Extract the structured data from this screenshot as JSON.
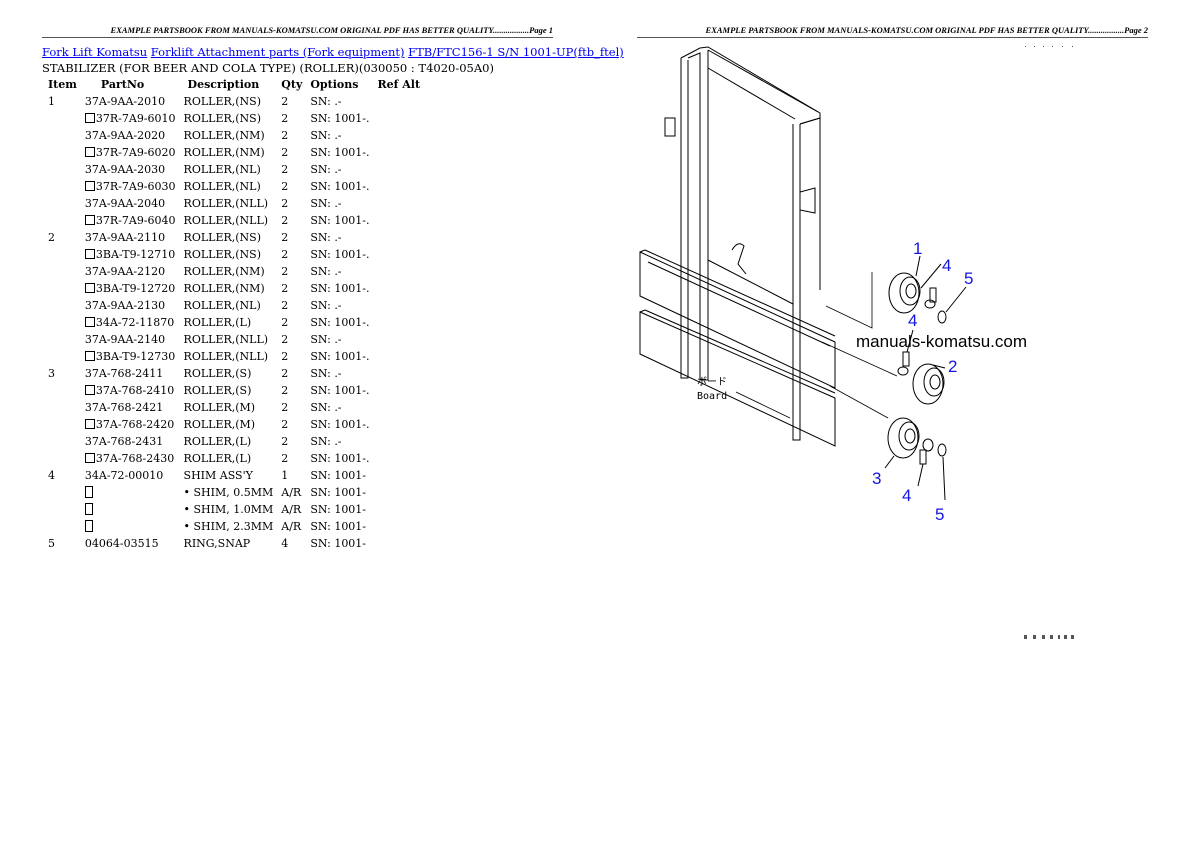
{
  "page1": {
    "header": "EXAMPLE PARTSBOOK FROM MANUALS-KOMATSU.COM ORIGINAL PDF HAS BETTER QUALITY.................Page 1",
    "breadcrumbs": [
      "Fork Lift Komatsu",
      "Forklift Attachment parts (Fork equipment)",
      "FTB/FTC156-1 S/N 1001-UP(ftb_ftel)"
    ],
    "subtitle": "STABILIZER (FOR BEER AND COLA TYPE) (ROLLER)(030050 : T4020-05A0)",
    "columns": [
      "Item",
      "PartNo",
      "Description",
      "Qty",
      "Options",
      "Ref Alt"
    ],
    "rows": [
      {
        "item": "1",
        "box": false,
        "part": "37A-9AA-2010",
        "desc": "ROLLER,(NS)",
        "qty": "2",
        "opt": "SN: .-"
      },
      {
        "item": "",
        "box": true,
        "part": "37R-7A9-6010",
        "desc": "ROLLER,(NS)",
        "qty": "2",
        "opt": "SN: 1001-."
      },
      {
        "item": "",
        "box": false,
        "part": "37A-9AA-2020",
        "desc": "ROLLER,(NM)",
        "qty": "2",
        "opt": "SN: .-"
      },
      {
        "item": "",
        "box": true,
        "part": "37R-7A9-6020",
        "desc": "ROLLER,(NM)",
        "qty": "2",
        "opt": "SN: 1001-."
      },
      {
        "item": "",
        "box": false,
        "part": "37A-9AA-2030",
        "desc": "ROLLER,(NL)",
        "qty": "2",
        "opt": "SN: .-"
      },
      {
        "item": "",
        "box": true,
        "part": "37R-7A9-6030",
        "desc": "ROLLER,(NL)",
        "qty": "2",
        "opt": "SN: 1001-."
      },
      {
        "item": "",
        "box": false,
        "part": "37A-9AA-2040",
        "desc": "ROLLER,(NLL)",
        "qty": "2",
        "opt": "SN: .-"
      },
      {
        "item": "",
        "box": true,
        "part": "37R-7A9-6040",
        "desc": "ROLLER,(NLL)",
        "qty": "2",
        "opt": "SN: 1001-."
      },
      {
        "item": "2",
        "box": false,
        "part": "37A-9AA-2110",
        "desc": "ROLLER,(NS)",
        "qty": "2",
        "opt": "SN: .-"
      },
      {
        "item": "",
        "box": true,
        "part": "3BA-T9-12710",
        "desc": "ROLLER,(NS)",
        "qty": "2",
        "opt": "SN: 1001-."
      },
      {
        "item": "",
        "box": false,
        "part": "37A-9AA-2120",
        "desc": "ROLLER,(NM)",
        "qty": "2",
        "opt": "SN: .-"
      },
      {
        "item": "",
        "box": true,
        "part": "3BA-T9-12720",
        "desc": "ROLLER,(NM)",
        "qty": "2",
        "opt": "SN: 1001-."
      },
      {
        "item": "",
        "box": false,
        "part": "37A-9AA-2130",
        "desc": "ROLLER,(NL)",
        "qty": "2",
        "opt": "SN: .-"
      },
      {
        "item": "",
        "box": true,
        "part": "34A-72-11870",
        "desc": "ROLLER,(L)",
        "qty": "2",
        "opt": "SN: 1001-."
      },
      {
        "item": "",
        "box": false,
        "part": "37A-9AA-2140",
        "desc": "ROLLER,(NLL)",
        "qty": "2",
        "opt": "SN: .-"
      },
      {
        "item": "",
        "box": true,
        "part": "3BA-T9-12730",
        "desc": "ROLLER,(NLL)",
        "qty": "2",
        "opt": "SN: 1001-."
      },
      {
        "item": "3",
        "box": false,
        "part": "37A-768-2411",
        "desc": "ROLLER,(S)",
        "qty": "2",
        "opt": "SN: .-"
      },
      {
        "item": "",
        "box": true,
        "part": "37A-768-2410",
        "desc": "ROLLER,(S)",
        "qty": "2",
        "opt": "SN: 1001-."
      },
      {
        "item": "",
        "box": false,
        "part": "37A-768-2421",
        "desc": "ROLLER,(M)",
        "qty": "2",
        "opt": "SN: .-"
      },
      {
        "item": "",
        "box": true,
        "part": "37A-768-2420",
        "desc": "ROLLER,(M)",
        "qty": "2",
        "opt": "SN: 1001-."
      },
      {
        "item": "",
        "box": false,
        "part": "37A-768-2431",
        "desc": "ROLLER,(L)",
        "qty": "2",
        "opt": "SN: .-"
      },
      {
        "item": "",
        "box": true,
        "part": "37A-768-2430",
        "desc": "ROLLER,(L)",
        "qty": "2",
        "opt": "SN: 1001-."
      },
      {
        "item": "4",
        "box": false,
        "part": "34A-72-00010",
        "desc": "SHIM ASS'Y",
        "qty": "1",
        "opt": "SN: 1001-"
      },
      {
        "item": "",
        "box": "tall",
        "part": "",
        "desc": "• SHIM, 0.5MM",
        "qty": "A/R",
        "opt": "SN: 1001-"
      },
      {
        "item": "",
        "box": "tall",
        "part": "",
        "desc": "• SHIM, 1.0MM",
        "qty": "A/R",
        "opt": "SN: 1001-"
      },
      {
        "item": "",
        "box": "tall",
        "part": "",
        "desc": "• SHIM, 2.3MM",
        "qty": "A/R",
        "opt": "SN: 1001-"
      },
      {
        "item": "5",
        "box": false,
        "part": "04064-03515",
        "desc": "RING,SNAP",
        "qty": "4",
        "opt": "SN: 1001-"
      }
    ]
  },
  "page2": {
    "header": "EXAMPLE PARTSBOOK FROM MANUALS-KOMATSU.COM ORIGINAL PDF HAS BETTER QUALITY.................Page 2",
    "watermark": "manuals-komatsu.com",
    "board_label_jp": "ボード",
    "board_label": "Board",
    "callouts": [
      "1",
      "4",
      "5",
      "4",
      "2",
      "3",
      "4",
      "5"
    ],
    "callout_color": "#1515e0"
  }
}
